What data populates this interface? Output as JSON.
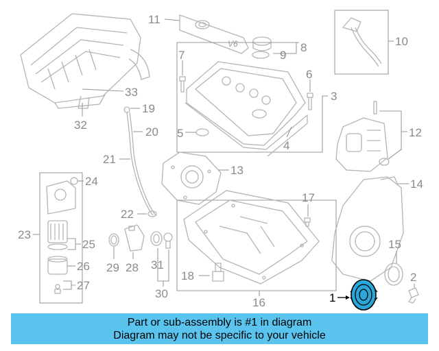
{
  "callouts": {
    "c1": "1",
    "c2": "2",
    "c3": "3",
    "c4": "4",
    "c5": "5",
    "c6": "6",
    "c7": "7",
    "c8": "8",
    "c9": "9",
    "c10": "10",
    "c11": "11",
    "c12": "12",
    "c13": "13",
    "c14": "14",
    "c15": "15",
    "c16": "16",
    "c17": "17",
    "c18": "18",
    "c19": "19",
    "c20": "20",
    "c21": "21",
    "c22": "22",
    "c23": "23",
    "c24": "24",
    "c25": "25",
    "c26": "26",
    "c27": "27",
    "c28": "28",
    "c29": "29",
    "c30": "30",
    "c31": "31",
    "c32": "32",
    "c33": "33"
  },
  "cover_text": "V6",
  "highlighted_part": "1",
  "colors": {
    "banner": "#5ac4ee",
    "highlight_part": "#2aa6d8",
    "line_art": "#b4b4b4",
    "callout_text": "#8a8a8a"
  },
  "banner": {
    "line1": "Part or sub-assembly is #1 in diagram",
    "line2": "Diagram may not be specific to your vehicle"
  }
}
